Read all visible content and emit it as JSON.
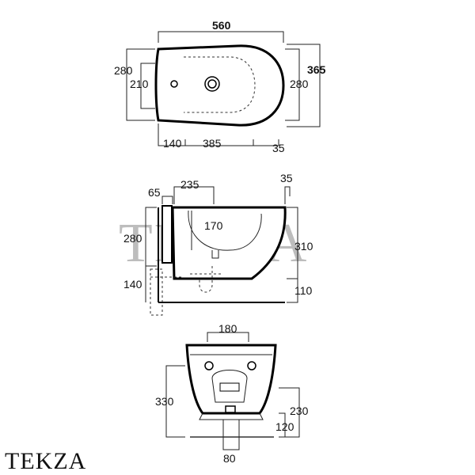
{
  "brand": {
    "watermark": "TEKZA",
    "logo_text": "TEKZA"
  },
  "top_view": {
    "width_total": "560",
    "height_left_outer": "280",
    "height_left_inner": "210",
    "height_right_inner": "280",
    "height_right_outer": "365",
    "bottom_left": "140",
    "bottom_middle": "385",
    "bottom_right": "35"
  },
  "side_view": {
    "top_small": "65",
    "top_span": "235",
    "top_right": "35",
    "inner_depth": "170",
    "left_height": "280",
    "left_floor": "140",
    "right_height": "310",
    "right_floor": "110"
  },
  "front_view": {
    "top_width": "180",
    "left_height": "330",
    "right_height": "230",
    "right_lower": "120",
    "bottom_width": "80"
  }
}
